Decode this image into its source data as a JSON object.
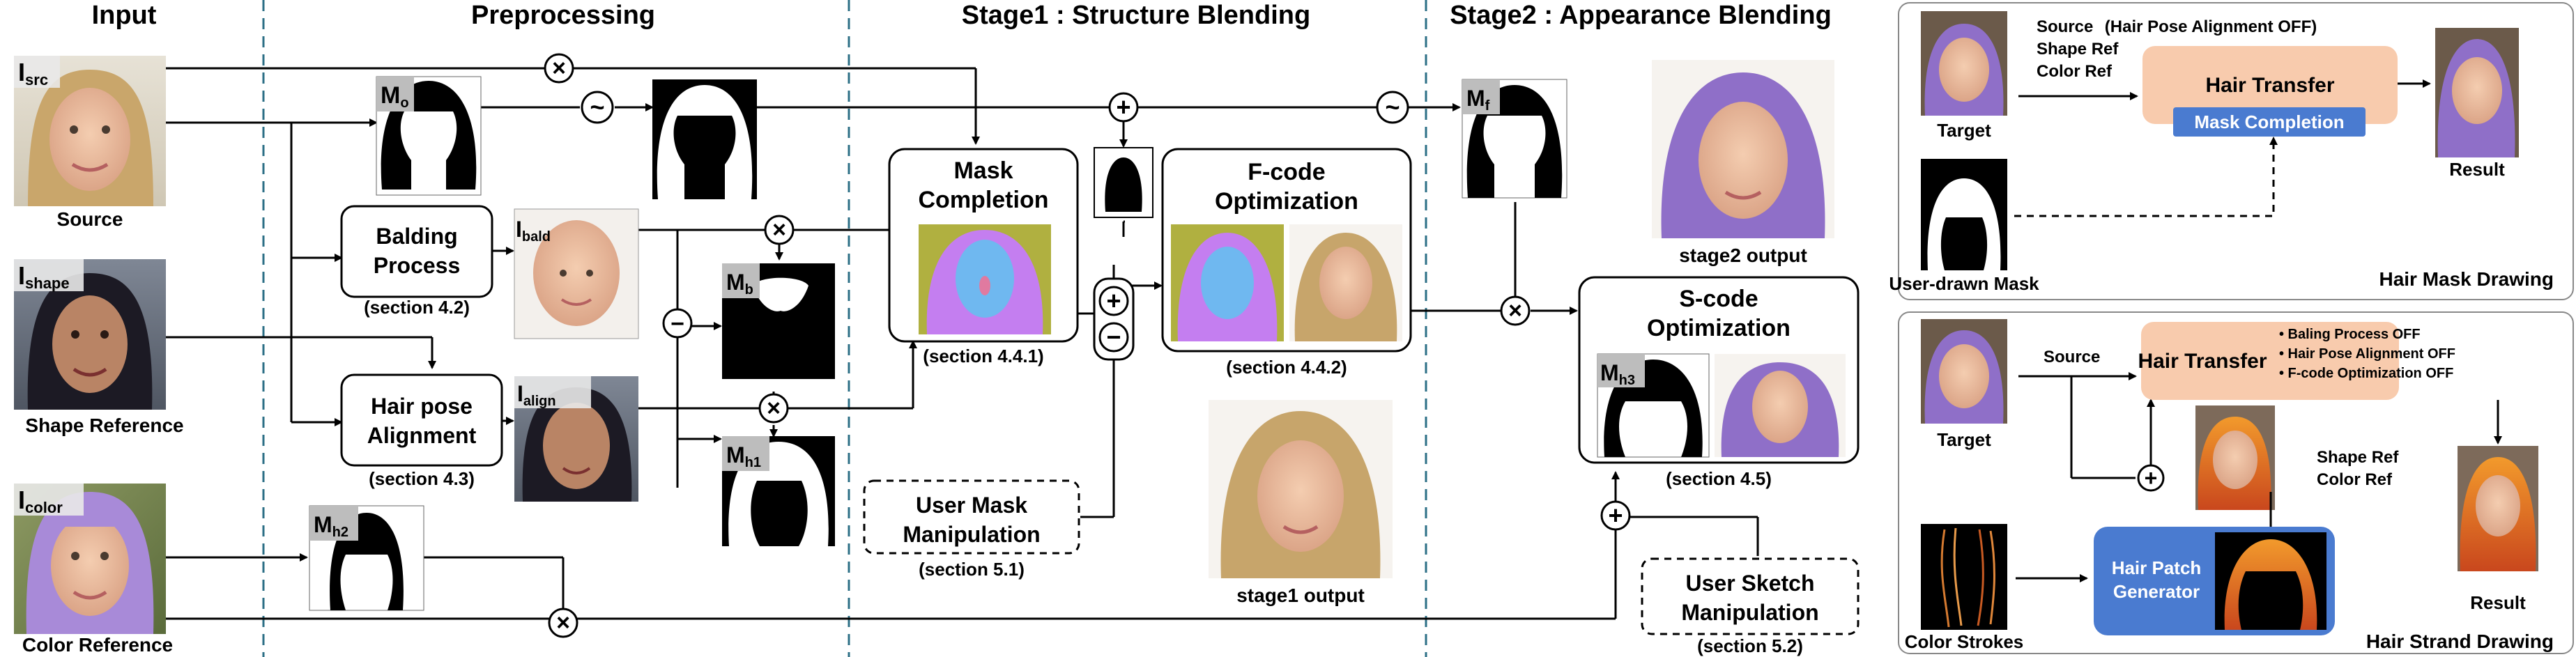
{
  "sections": {
    "input": "Input",
    "preprocessing": "Preprocessing",
    "stage1": "Stage1 : Structure Blending",
    "stage2": "Stage2 : Appearance Blending"
  },
  "inputs": {
    "source_label": "Source",
    "shape_label": "Shape Reference",
    "color_label": "Color Reference",
    "i_src": {
      "base": "I",
      "sub": "src"
    },
    "i_shape": {
      "base": "I",
      "sub": "shape"
    },
    "i_color": {
      "base": "I",
      "sub": "color"
    }
  },
  "masks": {
    "m_o": {
      "base": "M",
      "sub": "o"
    },
    "m_b": {
      "base": "M",
      "sub": "b"
    },
    "m_h1": {
      "base": "M",
      "sub": "h1"
    },
    "m_h2": {
      "base": "M",
      "sub": "h2"
    },
    "m_f": {
      "base": "M",
      "sub": "f"
    },
    "m_h3": {
      "base": "M",
      "sub": "h3"
    },
    "i_bald": {
      "base": "I",
      "sub": "bald"
    },
    "i_align": {
      "base": "I",
      "sub": "align"
    }
  },
  "boxes": {
    "balding": {
      "line1": "Balding",
      "line2": "Process",
      "caption": "(section 4.2)"
    },
    "hairpose": {
      "line1": "Hair pose",
      "line2": "Alignment",
      "caption": "(section 4.3)"
    },
    "mask_completion": {
      "line1": "Mask",
      "line2": "Completion",
      "caption": "(section 4.4.1)"
    },
    "fcode": {
      "line1": "F-code",
      "line2": "Optimization",
      "caption": "(section 4.4.2)"
    },
    "scode": {
      "line1": "S-code",
      "line2": "Optimization",
      "caption": "(section 4.5)"
    },
    "user_mask": {
      "line1": "User Mask",
      "line2": "Manipulation",
      "caption": "(section 5.1)"
    },
    "user_sketch": {
      "line1": "User Sketch",
      "line2": "Manipulation",
      "caption": "(section 5.2)"
    }
  },
  "outputs": {
    "stage1": "stage1 output",
    "stage2": "stage2 output"
  },
  "symbols": {
    "tilde": "~",
    "times": "×",
    "minus": "−"
  },
  "panel_top": {
    "src_text": [
      "Source",
      "Shape Ref",
      "Color Ref"
    ],
    "note": "(Hair Pose Alignment OFF)",
    "hair_transfer": "Hair Transfer",
    "mask_completion": "Mask Completion",
    "target": "Target",
    "result": "Result",
    "user_drawn": "User-drawn Mask",
    "title": "Hair Mask Drawing"
  },
  "panel_bottom": {
    "target": "Target",
    "source": "Source",
    "hair_transfer": "Hair Transfer",
    "bullets": [
      "• Baling Process OFF",
      "• Hair Pose Alignment OFF",
      "• F-code Optimization OFF"
    ],
    "shape_color": [
      "Shape Ref",
      "Color Ref"
    ],
    "color_strokes": "Color Strokes",
    "generator": [
      "Hair Patch",
      "Generator"
    ],
    "result": "Result",
    "title": "Hair Strand Drawing"
  },
  "colors": {
    "hair_transfer_fill": "#f8cbad",
    "mask_completion_fill": "#4a7bd0",
    "generator_fill": "#4a7bd0",
    "purple_hair": "#8f6fc8",
    "divider": "#2c6f86",
    "mask_bg": "#b0b040",
    "mask_face": "#6fb8f0",
    "mask_hair": "#c47ef0"
  }
}
